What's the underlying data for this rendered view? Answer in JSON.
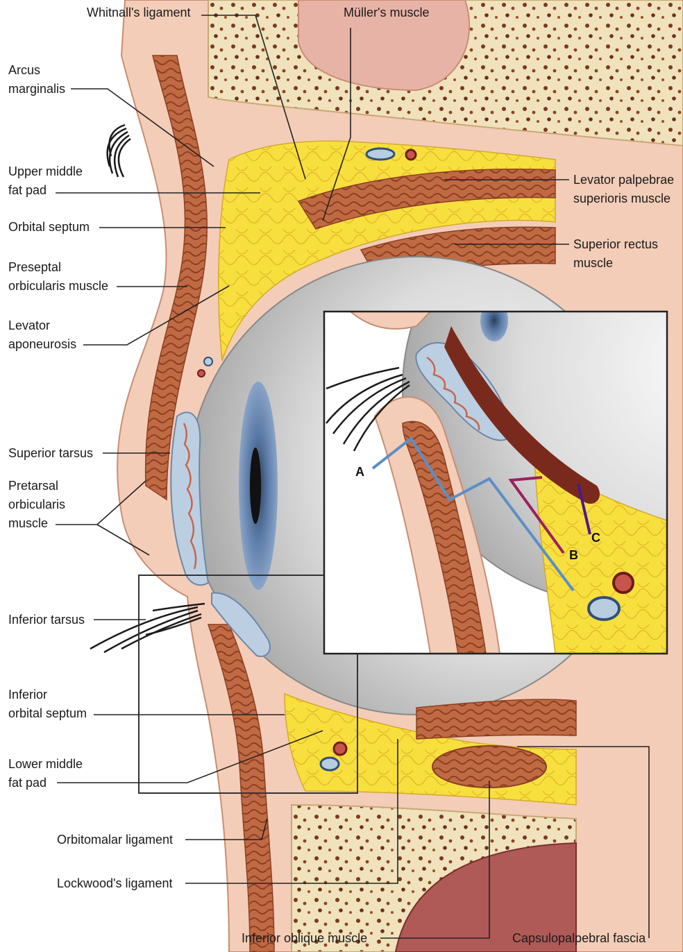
{
  "labels": {
    "whitnall": "Whitnall's ligament",
    "muller": "Müller's muscle",
    "arcus": [
      "Arcus",
      "marginalis"
    ],
    "upper_fat": [
      "Upper middle",
      "fat pad"
    ],
    "orbital_septum": "Orbital septum",
    "preseptal": [
      "Preseptal",
      "orbicularis muscle"
    ],
    "levator_apo": [
      "Levator",
      "aponeurosis"
    ],
    "superior_tarsus": "Superior tarsus",
    "pretarsal": [
      "Pretarsal",
      "orbicularis",
      "muscle"
    ],
    "inferior_tarsus": "Inferior tarsus",
    "inf_septum": [
      "Inferior",
      "orbital septum"
    ],
    "lower_fat": [
      "Lower middle",
      "fat pad"
    ],
    "orbitomalar": "Orbitomalar ligament",
    "lockwood": "Lockwood's ligament",
    "inf_oblique": "Inferior oblique muscle",
    "capsulopalpebral": "Capsulopalpebral fascia",
    "levator_muscle": [
      "Levator palpebrae",
      "superioris muscle"
    ],
    "superior_rectus": [
      "Superior rectus",
      "muscle"
    ]
  },
  "inset_markers": {
    "a": "A",
    "b": "B",
    "c": "C"
  },
  "colors": {
    "skin": "#f2c7b0",
    "muscle": "#b8613c",
    "fat": "#f7e14a",
    "bone": "#efe0b8",
    "tarsus": "#b9cde0",
    "globe": "#e6e6e6",
    "marker_a": "#5b8fc7",
    "marker_b": "#9c1f5e",
    "marker_c": "#4b1a8c"
  }
}
